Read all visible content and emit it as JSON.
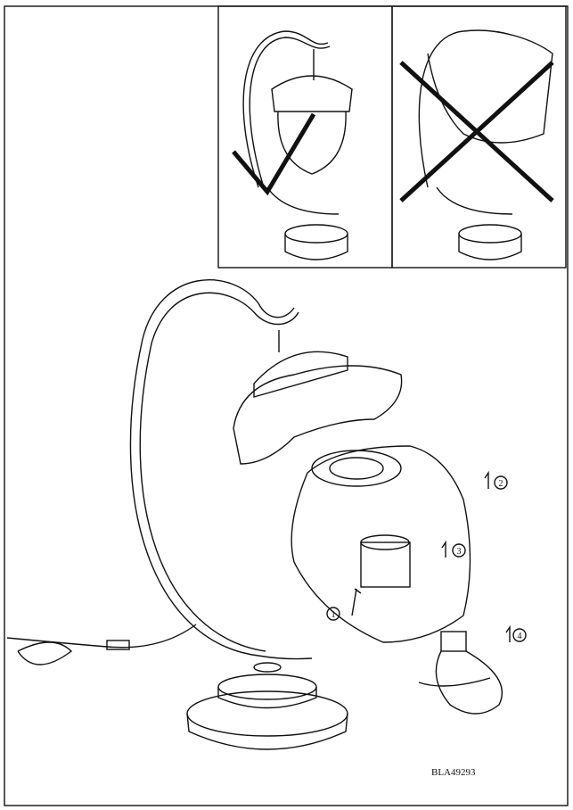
{
  "diagram": {
    "panels": [
      {
        "name": "correct-usage",
        "mark": "check"
      },
      {
        "name": "incorrect-usage-covered",
        "mark": "cross"
      }
    ],
    "steps": [
      "1",
      "2",
      "3",
      "4"
    ],
    "document_code": "BLA49293"
  }
}
